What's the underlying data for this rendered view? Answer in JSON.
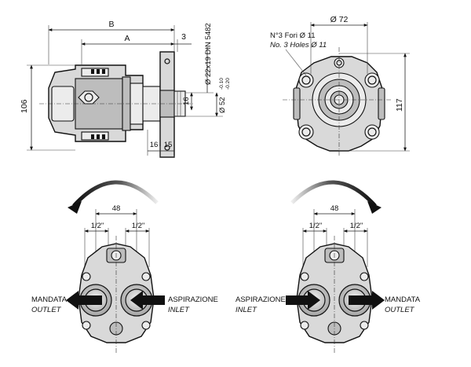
{
  "side_view": {
    "dim_b": "B",
    "dim_a": "A",
    "dim_3": "3",
    "shaft_spec": "Ø 22x19 DIN 5482",
    "height": "106",
    "shaft_dia": "Ø 52",
    "tol_upper": "-0.10",
    "tol_lower": "-0.20",
    "dim_16_vertical": "16",
    "dim_16_bottom": "16",
    "dim_15_bottom": "15"
  },
  "front_view": {
    "dia_72": "Ø 72",
    "holes_it": "N°3 Fori Ø 11",
    "holes_en": "No. 3 Holes Ø 11",
    "height": "117"
  },
  "rotation_ccw": {
    "port_spacing": "48",
    "left_port": "1/2\"",
    "right_port": "1/2\"",
    "left_label_it": "MANDATA",
    "left_label_en": "OUTLET",
    "right_label_it": "ASPIRAZIONE",
    "right_label_en": "INLET"
  },
  "rotation_cw": {
    "port_spacing": "48",
    "left_port": "1/2\"",
    "right_port": "1/2\"",
    "left_label_it": "ASPIRAZIONE",
    "left_label_en": "INLET",
    "right_label_it": "MANDATA",
    "right_label_en": "OUTLET"
  }
}
